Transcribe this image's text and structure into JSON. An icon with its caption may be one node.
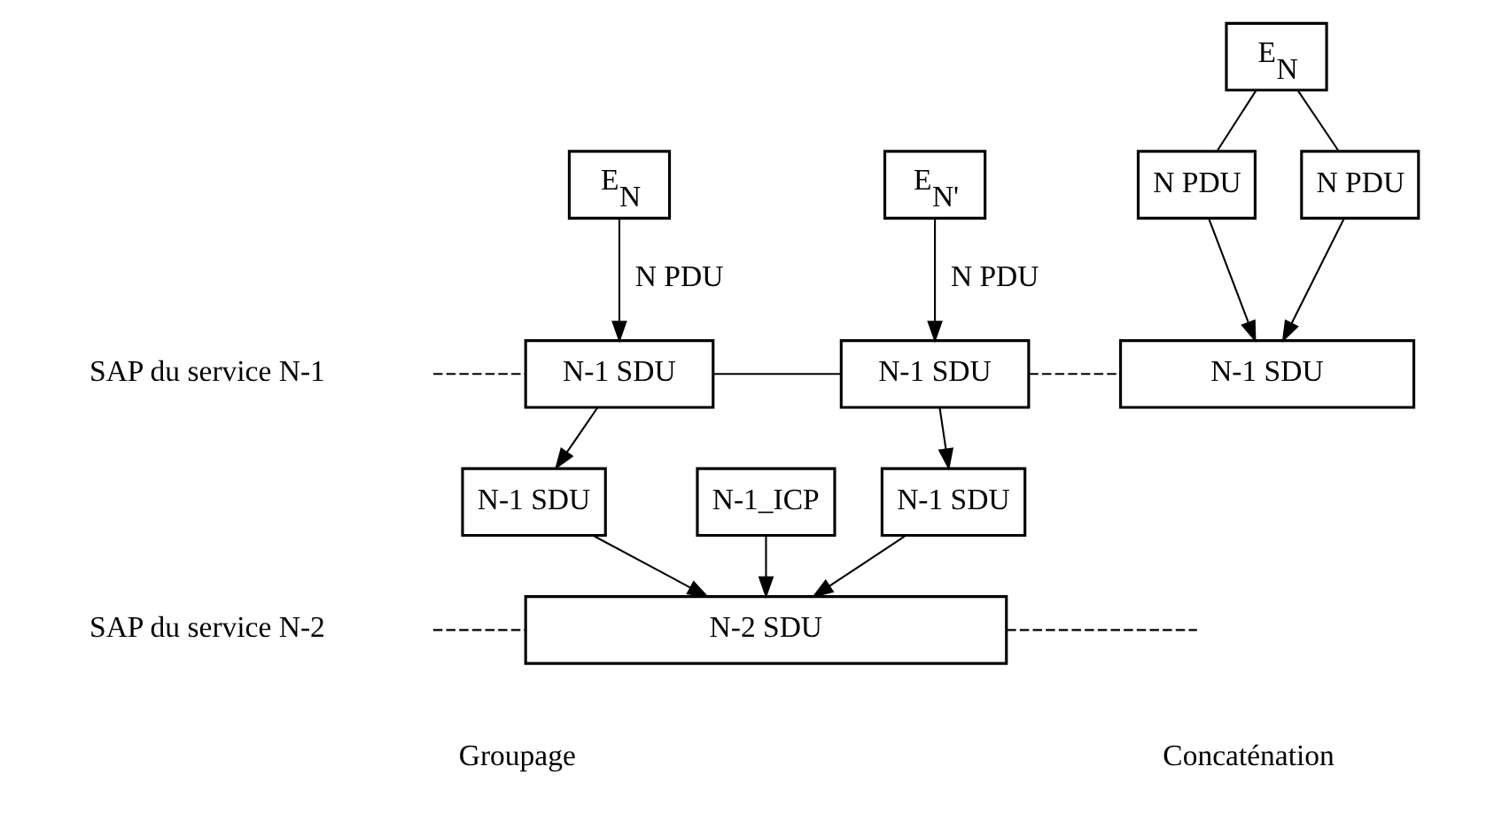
{
  "diagram": {
    "nodes": [
      {
        "text": [
          "E$_{N}$"
        ]
      },
      {
        "text": [
          "E$_{N'}$"
        ]
      },
      {
        "text": [
          "E$_{N}$"
        ]
      },
      {
        "text": [
          "N PDU"
        ]
      },
      {
        "text": [
          "N PDU"
        ]
      },
      {
        "text": [
          "N-1 SDU"
        ]
      },
      {
        "text": [
          "N-1 SDU"
        ]
      },
      {
        "text": [
          "N-1 SDU"
        ]
      },
      {
        "text": [
          "N-1 SDU"
        ]
      },
      {
        "text": [
          "N-1 SDU"
        ]
      },
      {
        "text": [
          "N-1_ICP"
        ]
      },
      {
        "text": [
          "N-2 SDU"
        ]
      }
    ],
    "edges": [
      {
        "from": 0,
        "to": 5,
        "arrow": "to",
        "label": "N PDU"
      },
      {
        "from": 1,
        "to": 6,
        "arrow": "to",
        "label": "N PDU"
      },
      {
        "from": 2,
        "to": 3,
        "arrow": "none"
      },
      {
        "from": 2,
        "to": 4,
        "arrow": "none"
      },
      {
        "from": 3,
        "to": 7,
        "arrow": "to"
      },
      {
        "from": 4,
        "to": 7,
        "arrow": "to"
      },
      {
        "from": null,
        "to": 5,
        "arrow": "none",
        "style": "dashed"
      },
      {
        "from": 5,
        "to": 6,
        "arrow": "none"
      },
      {
        "from": 6,
        "to": 7,
        "arrow": "none",
        "style": "dashed"
      },
      {
        "from": 5,
        "to": 8,
        "arrow": "to"
      },
      {
        "from": 6,
        "to": 9,
        "arrow": "to"
      },
      {
        "from": 10,
        "to": 11,
        "arrow": "to"
      },
      {
        "from": 8,
        "to": 11,
        "arrow": "to"
      },
      {
        "from": 9,
        "to": 11,
        "arrow": "to"
      },
      {
        "from": null,
        "to": 11,
        "arrow": "none",
        "style": "dashed"
      },
      {
        "from": 11,
        "to": null,
        "arrow": "none",
        "style": "dashed"
      }
    ],
    "labels": [
      "SAP du service N-1",
      "SAP du service N-2",
      "Groupage",
      "Concaténation"
    ]
  }
}
